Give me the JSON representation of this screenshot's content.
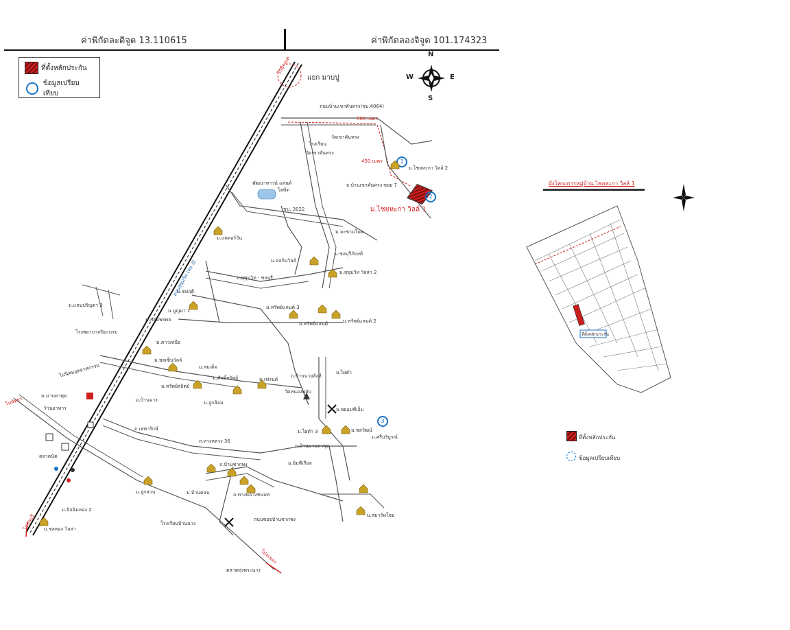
{
  "header": {
    "latitude_label": "ค่าพิกัดละติจูด 13.110615",
    "longitude_label": "ค่าพิกัดลองจิจูด 101.174323"
  },
  "legend": {
    "property_label": "ที่ตั้งหลักประกัน",
    "comparison_label": "ข้อมูลเปรียบเทียบ"
  },
  "compass": {
    "n": "N",
    "s": "S",
    "e": "E",
    "w": "W"
  },
  "map_labels": {
    "junction": "แยก มาบปู",
    "road_4064": "ถนนบ้านเขาคันทรง(ชบ.4064)",
    "dist_500": "500 เมตร",
    "dist_450": "450 เมตร",
    "school": "โรงเรียน",
    "temple": "วัดเขาคันทรง",
    "temple_khao": "วัดเขาคันทรง",
    "village_1": "ม.ไชยหะกา วิลล์ 2",
    "village_main": "ม.ไชยหะกา วิลล์ 1",
    "soi_7": "ถ.บ้านเขาคันทรง ซอย 7",
    "pattaya_house": "พัฒนาทาวน์ แลนด์",
    "pond": "ไฮซ์ด",
    "village_d": "ม.แคลอร์วัน",
    "rd_3022": "ชบ. 3022",
    "village_e": "ม.มะขามโมค",
    "village_f": "ม.ชลบุรีภัณฑ์",
    "village_g": "ม.คอร์นวิลล์",
    "village_h": "ม.สุขุมวิท วิลล่า 2",
    "rd_sukhumvit": "ถ.สุขุมวิท - ชลบุรี",
    "village_i": "ม.ทรัพย์แลนด์ 3",
    "village_j": "ม.ทรัพย์แลนด์ 2",
    "village_k": "ม.ทรัพย์แลนด์",
    "village_l": "ม.แลนปริญดา 3",
    "village_m": "ม.ชมฤดี",
    "village_n": "ม.บูญมา 1",
    "village_o": "ม.กลุ่มพรพล",
    "village_p": "ม.ดาวเหนือ",
    "hospital": "โรงพยาบาลปิยะบรม",
    "village_q": "ม.ชลเซ็นวิลล์",
    "village_r": "ม.สมเด็จ",
    "village_s": "ม.ทรัพย์สถิตย์",
    "village_t": "ม.ศักดิ์ทรัพย์",
    "village_u": "ม.เฟรนด์",
    "village_v": "ม.ลูกล้อม",
    "temple_b": "วัดหนองพลับ",
    "district": "อ.บ้านฉาง",
    "rd_b": "ถ.บ้านนายสิงห์",
    "village_w": "ม.มาบตาพุด",
    "shop": "ร้านอาหาร",
    "rd_c": "ถ.เทพารักษ์",
    "village_x": "ม.ไผ่ดำ",
    "village_y": "ม.พยอมซีเอ็ม",
    "village_z": "ม.ไผ่ดำ 3",
    "village_aa": "ม.ชลวัฒน์",
    "rd_d": "ถ.ทางหลวง 36",
    "rd_e": "ถ.บ้านมาบตาพุด",
    "village_bb": "ม.ศรีบริบูรณ์",
    "village_cc": "ม.อิมพีเรียล",
    "rd_f": "ถ.บ้านชากพง",
    "rd_g": "ถ.ทางหลวงชนบท",
    "village_dd": "ม.บ้านดอน",
    "village_ee": "ม.ชลทอง วิลล่า",
    "village_ff": "ม.ปัจฉิมทอง 2",
    "market": "ตลาดนัด",
    "school_b": "โรงเรียนบ้านฉาง",
    "village_gg": "ม.ลูกสวน",
    "rd_h": "ถนนซอยบ้านชากพง",
    "village_hh": "ม.สมาร์ทโฮม",
    "market_b": "ตลาดทุ่งพระนาง",
    "left_rd": "ไปนิคมอุตสาหกรรม",
    "bottom_left": "ไปชลบุรี",
    "bottom_right": "ไประยอง",
    "rd_main": "ถนนสุขุมวิท (ทล.3)",
    "rd_top_left": "ไปพัทยา",
    "rd_top": "ไปบ้านเพ",
    "num_1": "1",
    "num_2": "2",
    "num_3": "3"
  },
  "inset": {
    "title": "ผังโครงการหมู่บ้าน ไชยหะกา วิลล์ 1",
    "marker_label": "ที่ตั้งหลักประกัน",
    "legend_property": "ที่ตั้งหลักประกัน",
    "legend_comparison": "ข้อมูลเปรียบเทียบ"
  },
  "colors": {
    "accent_red": "#d02020",
    "marker_blue": "#1a73c7",
    "road": "#444444"
  }
}
